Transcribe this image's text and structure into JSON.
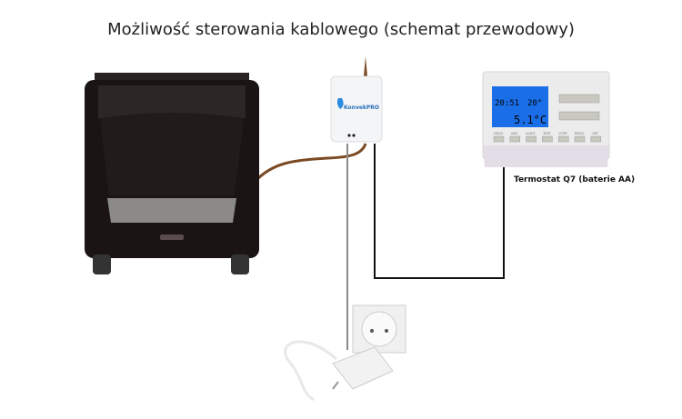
{
  "title": "Możliwość sterowania kablowego (schemat przewodowy)",
  "controller": {
    "logo": "KonvekPRO"
  },
  "thermostat": {
    "label": "Termostat Q7 (baterie AA)",
    "display": {
      "time": "20:51",
      "set_temp": "20°",
      "room_temp": "5.1°C"
    },
    "buttons": [
      "HOLD",
      "DAY",
      "LIGHT",
      "TEST",
      "COPY",
      "PROG",
      "SET"
    ],
    "screen_color": "#1a6fe8"
  },
  "colors": {
    "heater": "#1a1414",
    "brown_cable": "#7a4a24",
    "signal_wire": "#111111",
    "power_wire": "#888888"
  }
}
